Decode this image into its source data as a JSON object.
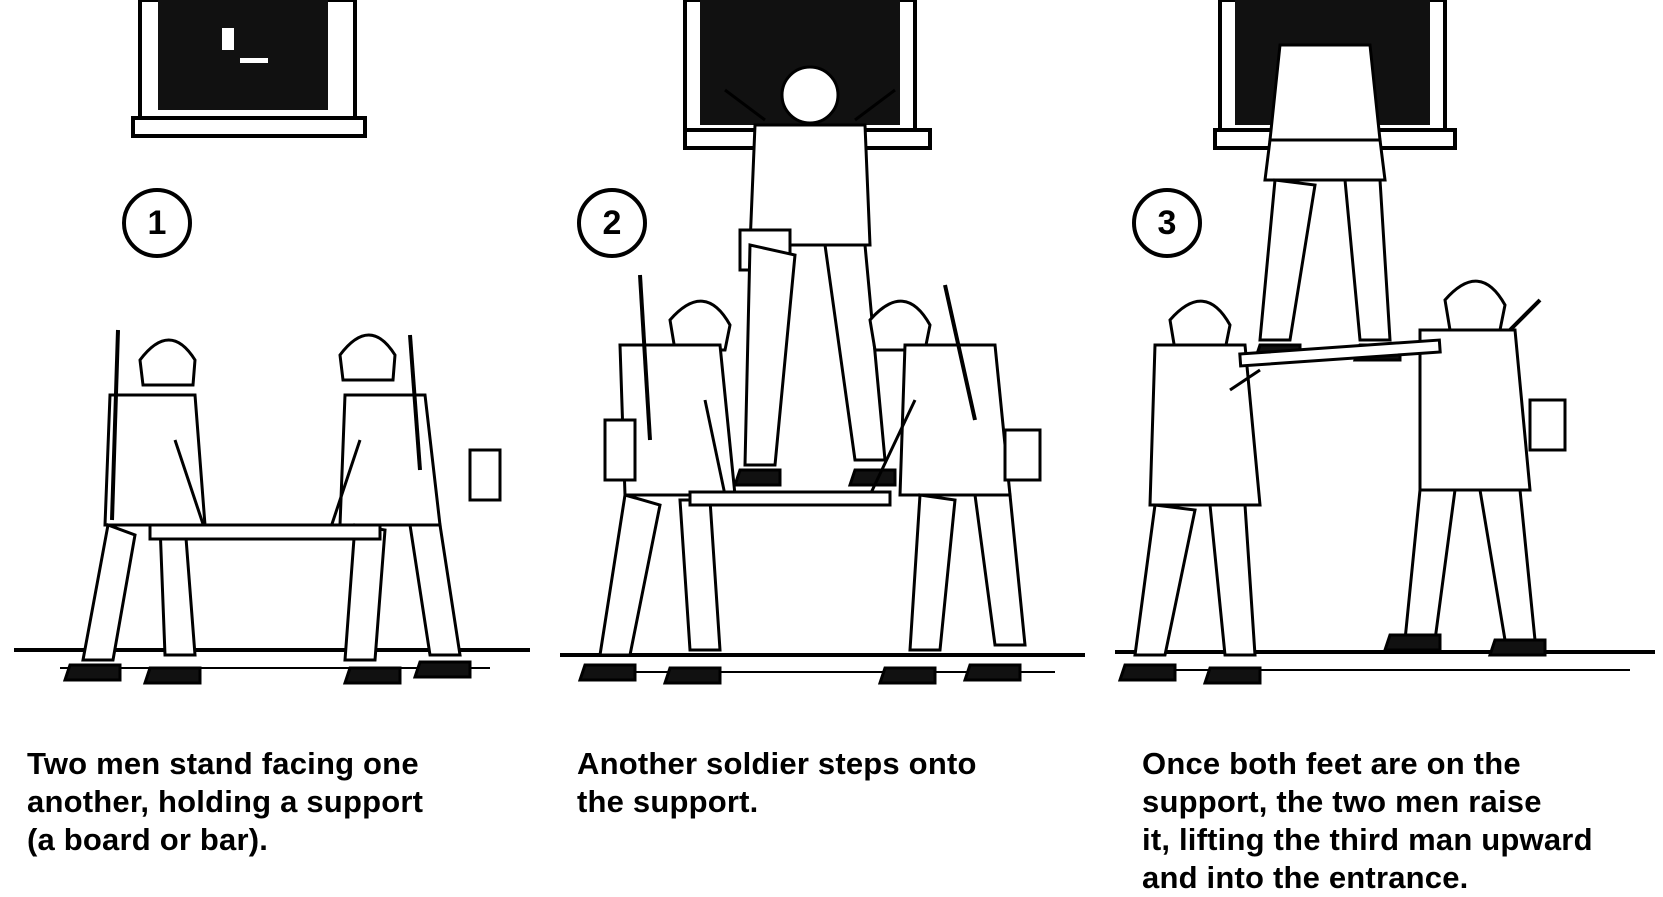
{
  "panels": [
    {
      "step": "1",
      "caption": "Two men stand facing one\nanother, holding a support\n(a board or bar)."
    },
    {
      "step": "2",
      "caption": "Another soldier steps onto\nthe support."
    },
    {
      "step": "3",
      "caption": "Once both feet are on the\nsupport, the two men raise\nit, lifting the third man upward\nand into the entrance."
    }
  ]
}
